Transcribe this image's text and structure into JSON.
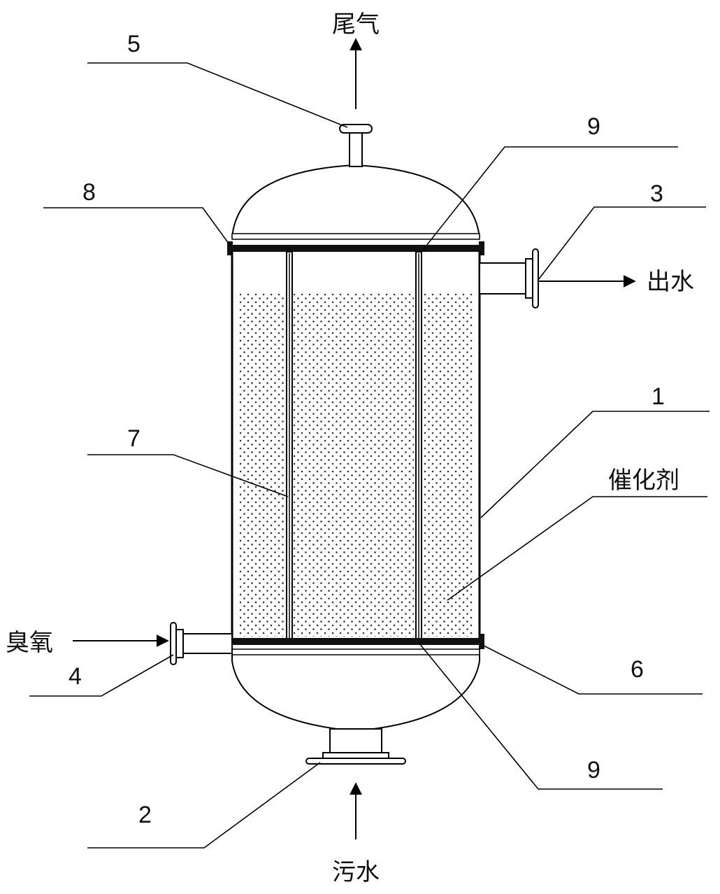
{
  "labels": {
    "tail_gas": "尾气",
    "outlet_water": "出水",
    "catalyst": "催化剂",
    "ozone": "臭氧",
    "sewage": "污水"
  },
  "callouts": {
    "n1": "1",
    "n2": "2",
    "n3": "3",
    "n4": "4",
    "n5": "5",
    "n6": "6",
    "n7": "7",
    "n8": "8",
    "n9_top": "9",
    "n9_bottom": "9"
  }
}
